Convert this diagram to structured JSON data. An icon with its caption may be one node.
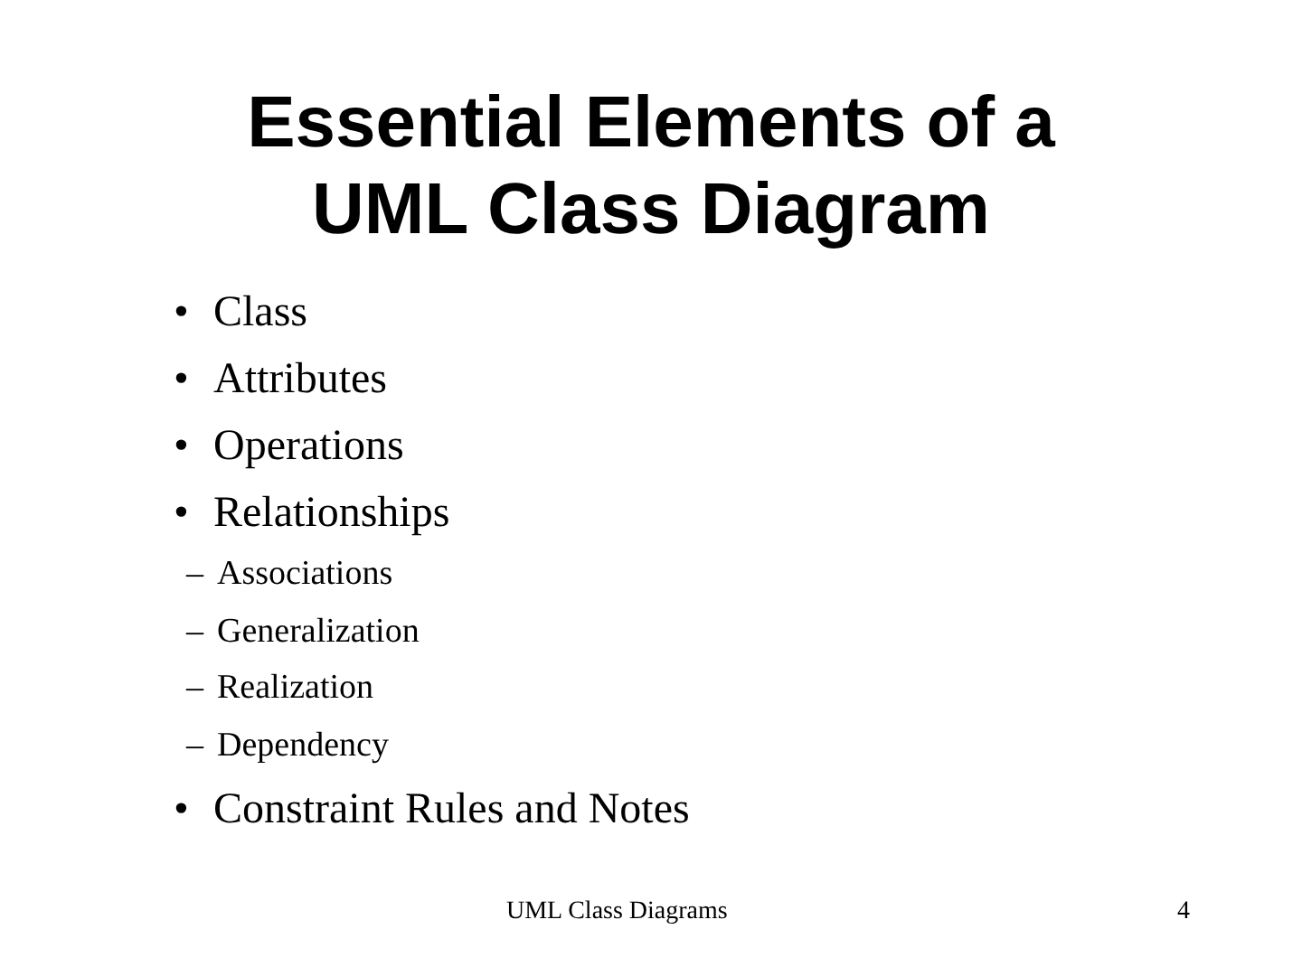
{
  "diagram": {
    "title": "Essential Elements of a UML Class Diagram",
    "labels": [
      "•",
      "Class",
      "•",
      "Attributes",
      "•",
      "Operations",
      "•",
      "Relationships",
      "–",
      "Associations",
      "–",
      "Generalization",
      "–",
      "Realization",
      "–",
      "Dependency",
      "•",
      "Constraint Rules and Notes",
      "UML Class Diagrams",
      "4"
    ]
  }
}
